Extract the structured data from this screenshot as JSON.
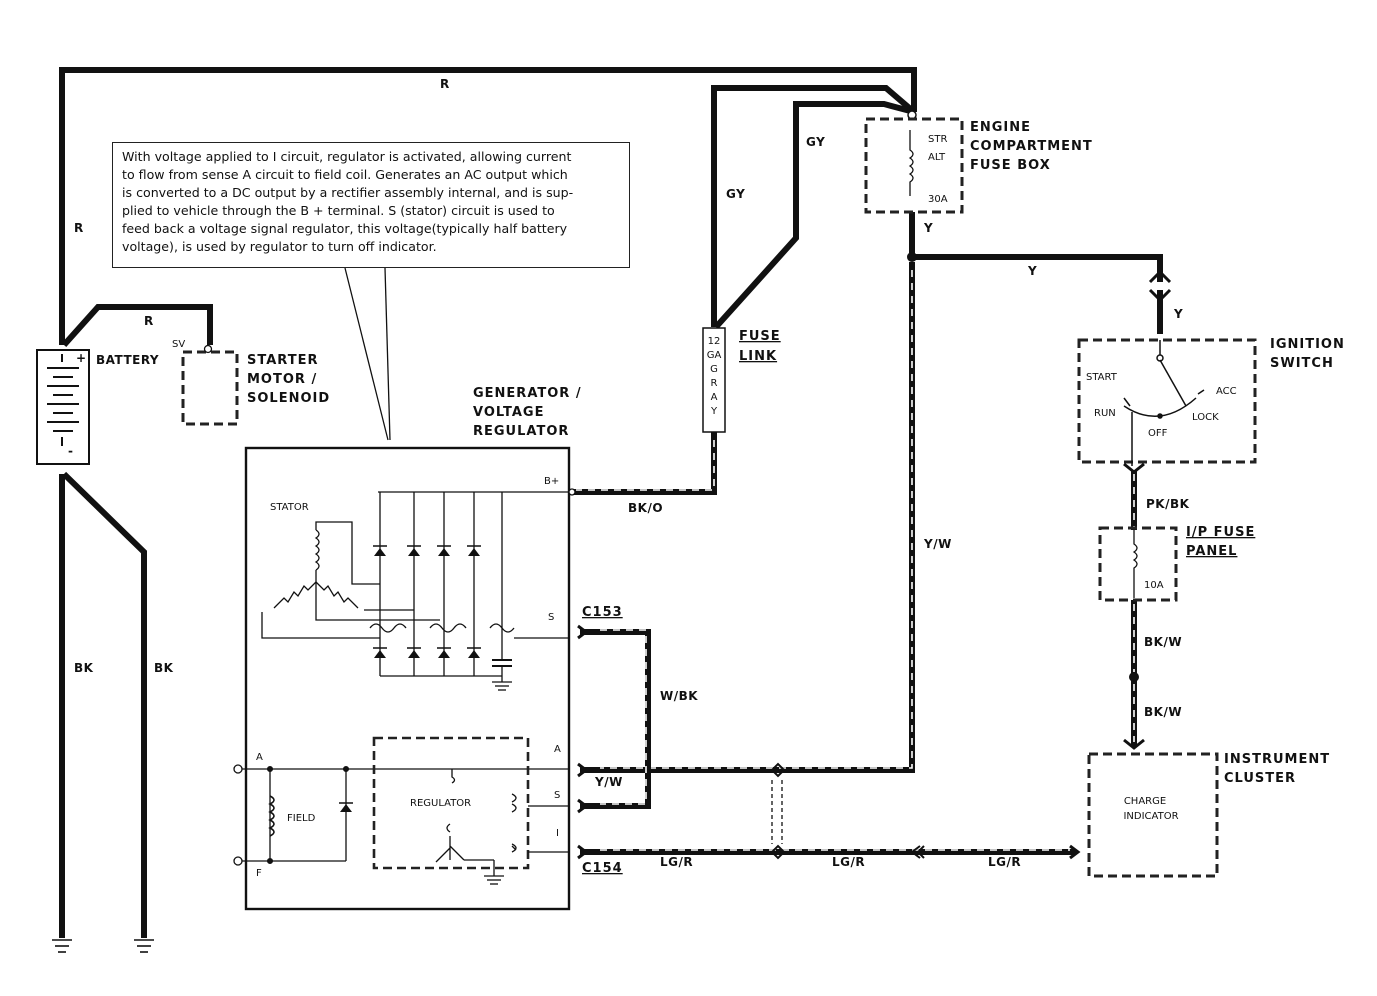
{
  "note": {
    "lines": [
      "With voltage applied to I circuit, regulator is activated, allowing current",
      "to flow from sense A circuit to field coil.  Generates an AC output which",
      "is converted to a DC output by a rectifier assembly internal, and is sup-",
      "plied to vehicle through the B + terminal.   S (stator) circuit is used to",
      "feed back a voltage signal regulator, this voltage(typically half battery",
      "voltage), is used by regulator to turn off indicator."
    ]
  },
  "components": {
    "battery": "BATTERY",
    "starter": [
      "STARTER",
      "MOTOR /",
      "SOLENOID"
    ],
    "generator": [
      "GENERATOR /",
      "VOLTAGE",
      "REGULATOR"
    ],
    "fuse_link": [
      "FUSE",
      "LINK"
    ],
    "fuse_link_body": [
      "12",
      "GA",
      "G",
      "R",
      "A",
      "Y"
    ],
    "engine_fuse_box": [
      "ENGINE",
      "COMPARTMENT",
      "FUSE  BOX"
    ],
    "ignition_switch": [
      "IGNITION",
      "SWITCH"
    ],
    "ip_fuse_panel": [
      "I/P FUSE",
      "PANEL"
    ],
    "instrument_cluster": [
      "INSTRUMENT",
      "CLUSTER"
    ],
    "charge_indicator": [
      "CHARGE",
      "INDICATOR"
    ]
  },
  "internal_labels": {
    "stator": "STATOR",
    "field": "FIELD",
    "regulator": "REGULATOR",
    "b_plus": "B+",
    "s": "S",
    "a": "A",
    "i": "I",
    "f": "F",
    "sv": "SV",
    "battery_plus": "+",
    "battery_minus": "-",
    "fuse_str": "STR",
    "fuse_alt": "ALT",
    "fuse_30a": "30A",
    "fuse_10a": "10A",
    "start": "START",
    "run": "RUN",
    "off": "OFF",
    "lock": "LOCK",
    "acc": "ACC"
  },
  "connectors": {
    "c153": "C153",
    "c154": "C154"
  },
  "wires": {
    "r": "R",
    "gy": "GY",
    "y": "Y",
    "yw": "Y/W",
    "bko": "BK/O",
    "wbk": "W/BK",
    "lgr": "LG/R",
    "pkbk": "PK/BK",
    "bkw": "BK/W",
    "bk": "BK"
  }
}
